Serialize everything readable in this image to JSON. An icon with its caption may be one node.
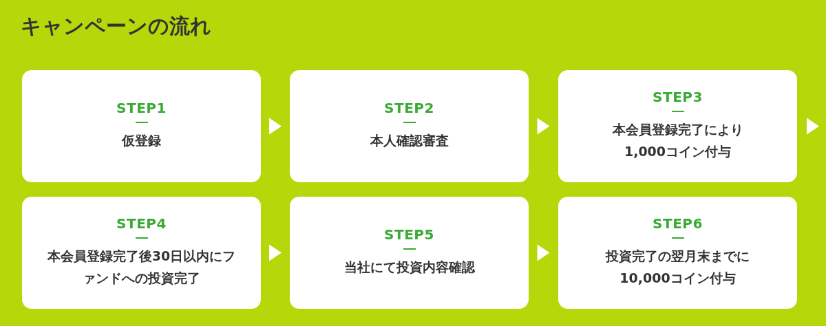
{
  "diagram": {
    "title": "キャンペーンの流れ",
    "nodes": [
      {
        "text": [
          "STEP1",
          "仮登録"
        ]
      },
      {
        "text": [
          "STEP2",
          "本人確認審査"
        ]
      },
      {
        "text": [
          "STEP3",
          "本会員登録完了により1,000コイン付与"
        ]
      },
      {
        "text": [
          "STEP4",
          "本会員登録完了後30日以内にファンドへの投資完了"
        ]
      },
      {
        "text": [
          "STEP5",
          "当社にて投資内容確認"
        ]
      },
      {
        "text": [
          "STEP6",
          "投資完了の翌月末までに10,000コイン付与"
        ]
      }
    ],
    "edges": [
      {
        "from": 0,
        "to": 1,
        "arrow": "to"
      },
      {
        "from": 1,
        "to": 2,
        "arrow": "to"
      },
      {
        "from": 2,
        "to": null,
        "arrow": "to"
      },
      {
        "from": 3,
        "to": 4,
        "arrow": "to"
      },
      {
        "from": 4,
        "to": 5,
        "arrow": "to"
      }
    ]
  }
}
